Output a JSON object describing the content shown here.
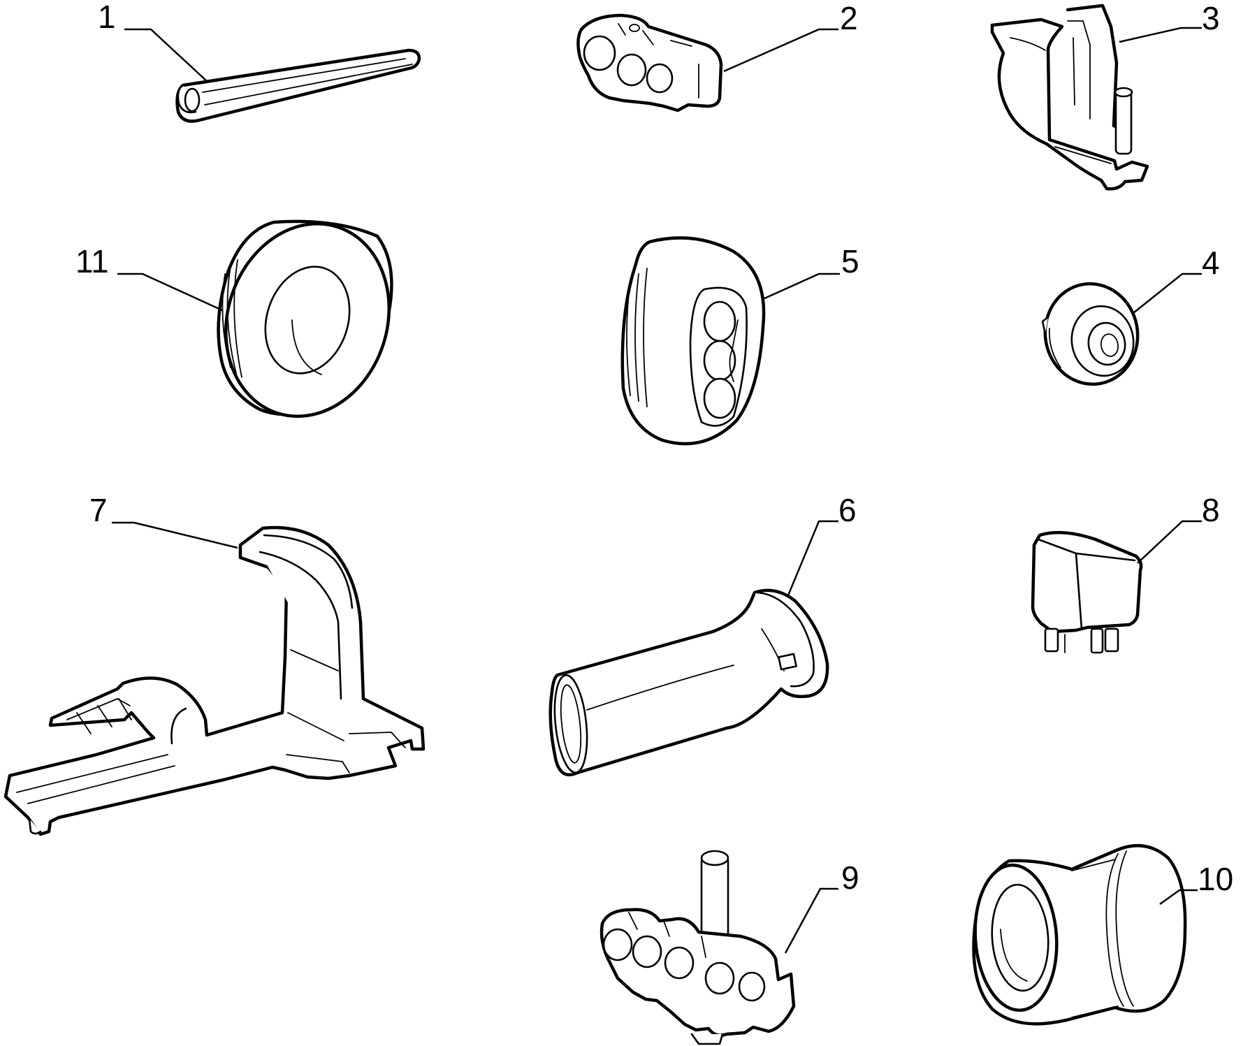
{
  "parts": [
    {
      "ref": "1",
      "icon": "extruded-cable-channel-icon"
    },
    {
      "ref": "2",
      "icon": "triple-cable-clip-icon"
    },
    {
      "ref": "3",
      "icon": "cable-bracket-with-pin-icon"
    },
    {
      "ref": "4",
      "icon": "small-grommet-icon"
    },
    {
      "ref": "5",
      "icon": "oval-triple-grommet-icon"
    },
    {
      "ref": "6",
      "icon": "curved-cable-sleeve-icon"
    },
    {
      "ref": "7",
      "icon": "large-cable-holder-bracket-icon"
    },
    {
      "ref": "8",
      "icon": "relay-icon"
    },
    {
      "ref": "9",
      "icon": "multi-cable-clip-with-pin-icon"
    },
    {
      "ref": "10",
      "icon": "cylindrical-grommet-icon"
    },
    {
      "ref": "11",
      "icon": "round-grommet-icon"
    }
  ]
}
